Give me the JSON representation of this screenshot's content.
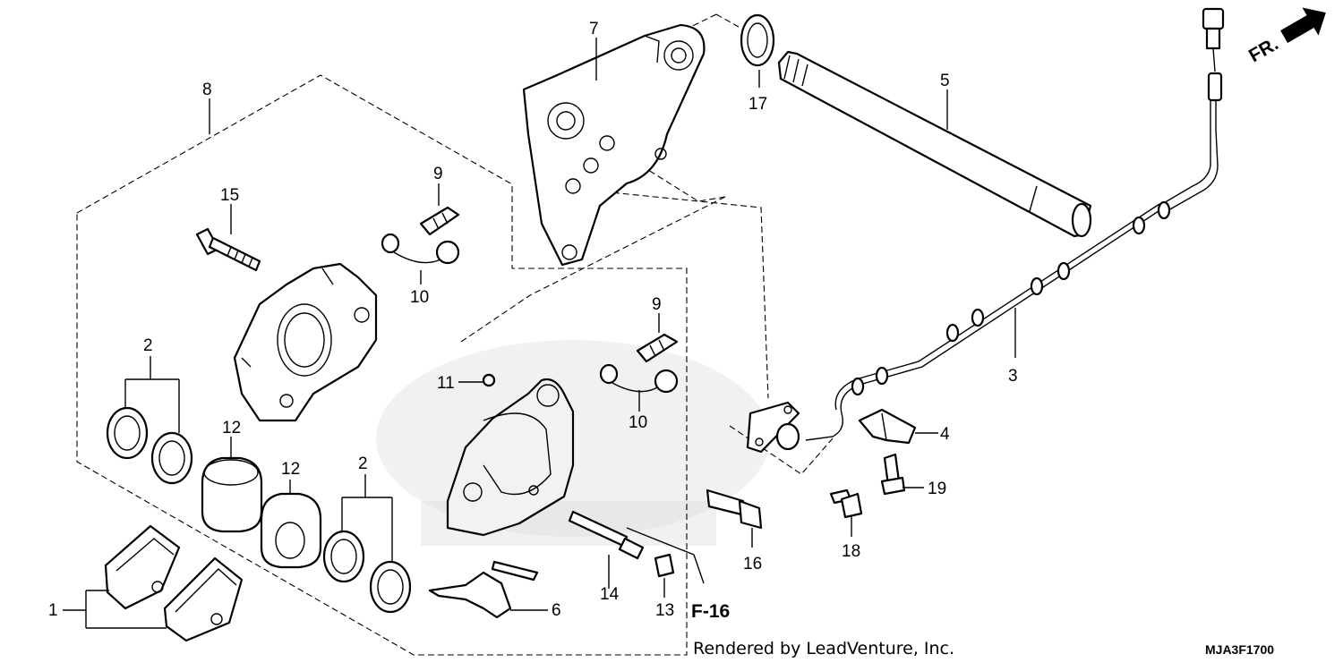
{
  "diagram": {
    "callouts": {
      "p1": "1",
      "p2a": "2",
      "p2b": "2",
      "p3": "3",
      "p4": "4",
      "p5": "5",
      "p6": "6",
      "p7": "7",
      "p8": "8",
      "p9a": "9",
      "p9b": "9",
      "p10a": "10",
      "p10b": "10",
      "p11": "11",
      "p12a": "12",
      "p12b": "12",
      "p13": "13",
      "p14": "14",
      "p15": "15",
      "p16": "16",
      "p17": "17",
      "p18": "18",
      "p19": "19"
    },
    "ref_label": "F-16",
    "direction_label": "FR.",
    "credit": "Rendered by LeadVenture, Inc.",
    "diagram_code": "MJA3F1700"
  }
}
